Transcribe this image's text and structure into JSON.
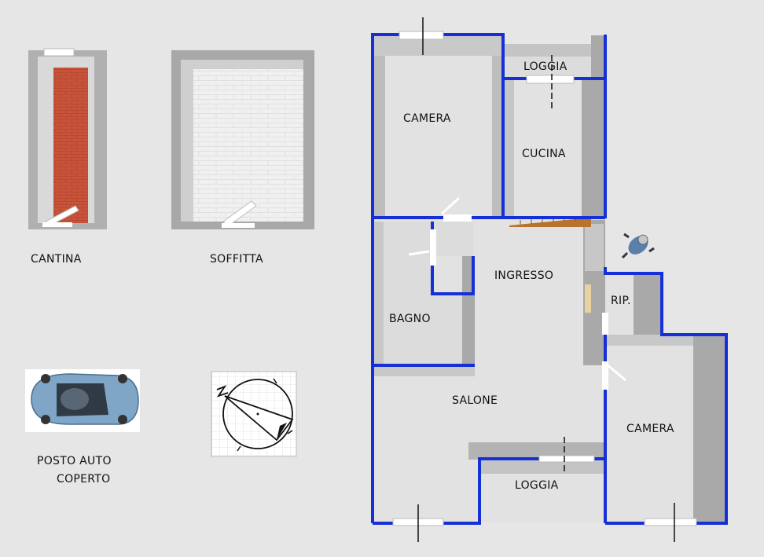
{
  "colors": {
    "background": "#e6e6e6",
    "wall_blue": "#1530d6",
    "inner_wall": "#9e9e9e",
    "floor": "#e2e2e2",
    "cellar_floor": "#c8533a",
    "stair_wood": "#b8732e"
  },
  "labels": {
    "cantina": "CANTINA",
    "soffitta": "SOFFITTA",
    "posto_auto_line1": "POSTO AUTO",
    "posto_auto_line2": "COPERTO",
    "loggia_top": "LOGGIA",
    "camera_top": "CAMERA",
    "cucina": "CUCINA",
    "ingresso": "INGRESSO",
    "bagno": "BAGNO",
    "rip": "RIP.",
    "salone": "SALONE",
    "camera_right": "CAMERA",
    "loggia_bottom": "LOGGIA"
  },
  "icons": [
    "car-icon",
    "compass-icon",
    "person-icon"
  ]
}
